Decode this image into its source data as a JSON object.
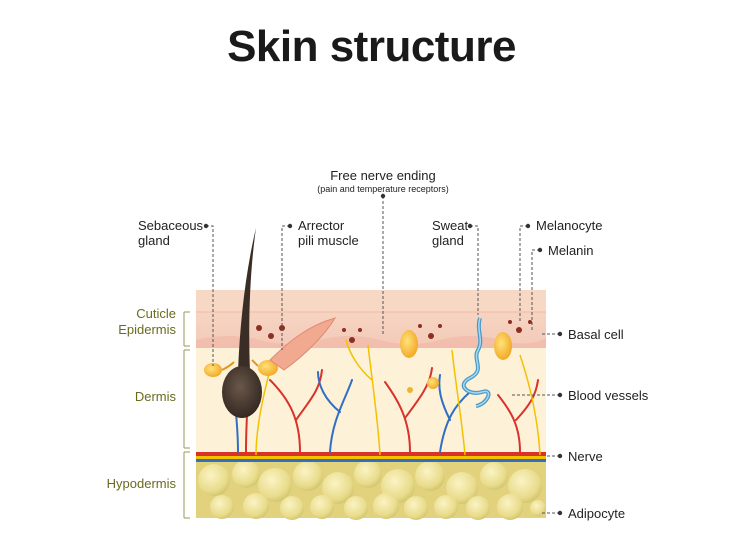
{
  "title": "Skin structure",
  "labels": {
    "free_nerve_ending": "Free nerve ending",
    "free_nerve_ending_sub": "(pain and temperature receptors)",
    "sebaceous_gland_1": "Sebaceous",
    "sebaceous_gland_2": "gland",
    "arrector_1": "Arrector",
    "arrector_2": "pili muscle",
    "sweat_1": "Sweat",
    "sweat_2": "gland",
    "melanocyte": "Melanocyte",
    "melanin": "Melanin",
    "basal_cell": "Basal cell",
    "blood_vessels": "Blood vessels",
    "nerve": "Nerve",
    "adipocyte": "Adipocyte"
  },
  "layers": {
    "cuticle": "Cuticle",
    "epidermis": "Epidermis",
    "dermis": "Dermis",
    "hypodermis": "Hypodermis"
  },
  "colors": {
    "epidermis": "#f6d3c2",
    "dermis": "#fdf1d8",
    "hypodermis": "#e8dc8f",
    "artery": "#d8332a",
    "vein": "#2f6fc4",
    "nerve": "#f2c200",
    "hair": "#3a2d25",
    "layer_text": "#6b6a1f"
  }
}
